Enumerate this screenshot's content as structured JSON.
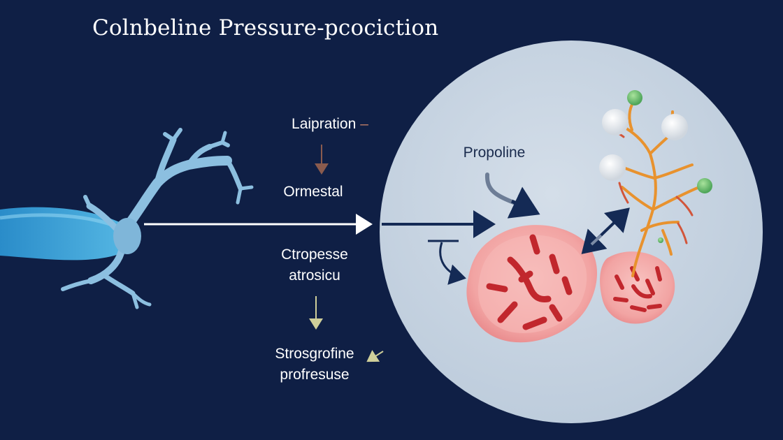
{
  "title": "Colnbeline Pressure-pcociction",
  "labels": {
    "laipration": "Laipration",
    "laipration_mark": "–",
    "ormestal": "Ormestal",
    "ctropesse_line1": "Ctropesse",
    "ctropesse_line2": "atrosicu",
    "strosgrofine_line1": "Strosgrofine",
    "strosgrofine_line2": "profresuse",
    "propoline": "Propoline"
  },
  "colors": {
    "background": "#0f1f45",
    "circle_fill": "#c8d5e2",
    "neuron": "#7fb6d9",
    "axon": "#3ba3d6",
    "cell_body": "#f2a6a6",
    "rods": "#c1272d",
    "branch": "#e8922e",
    "sphere_green": "#74c26b",
    "arrow_dark": "#142a55"
  }
}
